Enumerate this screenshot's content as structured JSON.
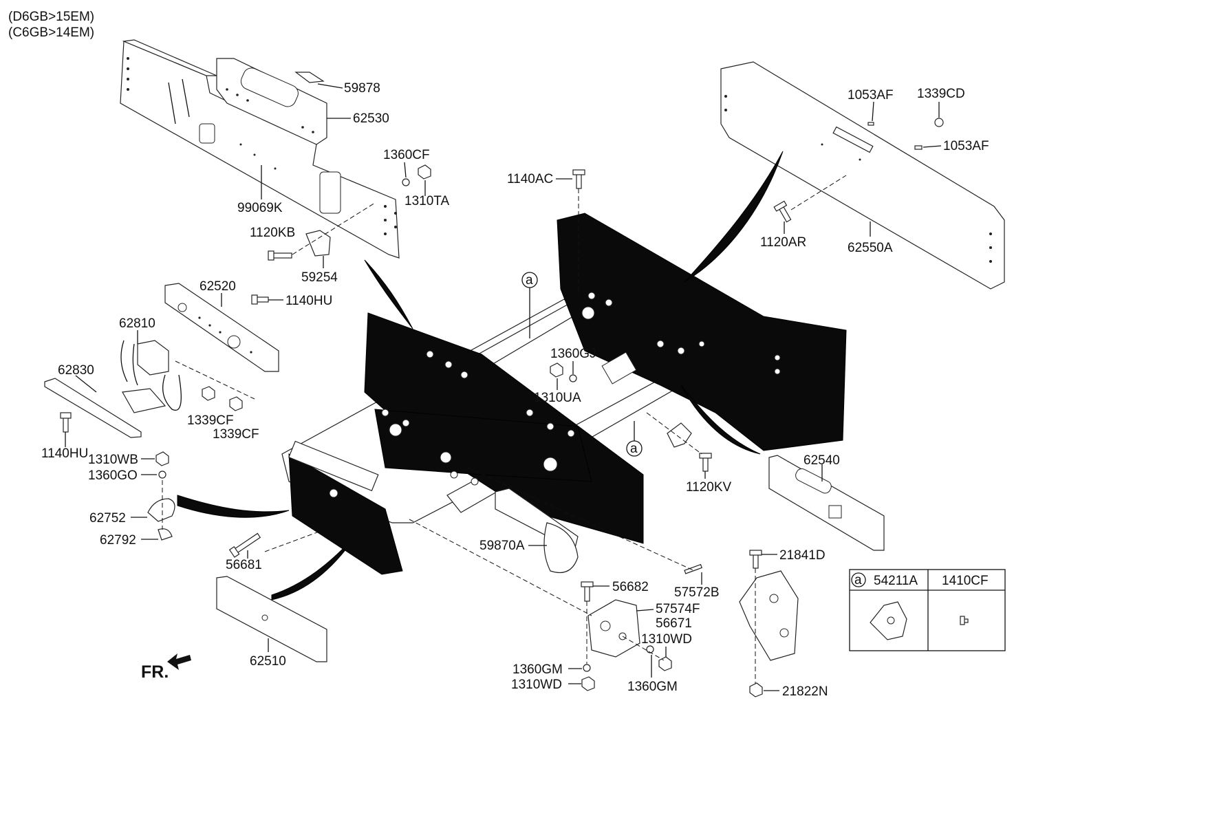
{
  "header_notes": [
    "(D6GB>15EM)",
    "(C6GB>14EM)"
  ],
  "direction_label": "FR.",
  "callouts": {
    "c59878": "59878",
    "c62530": "62530",
    "c1360CF": "1360CF",
    "c1310TA": "1310TA",
    "c99069K": "99069K",
    "c1120KB": "1120KB",
    "c59254": "59254",
    "c62520": "62520",
    "c1140HU_a": "1140HU",
    "c62810": "62810",
    "c62830": "62830",
    "c1339CF_a": "1339CF",
    "c1339CF_b": "1339CF",
    "c1140HU_b": "1140HU",
    "c1310WB": "1310WB",
    "c1360GO": "1360GO",
    "c62752": "62752",
    "c62792": "62792",
    "c56681": "56681",
    "c62510": "62510",
    "c1140AC": "1140AC",
    "c1360GJ": "1360GJ",
    "c1310UA": "1310UA",
    "c1053AF_a": "1053AF",
    "c1339CD": "1339CD",
    "c1053AF_b": "1053AF",
    "c1120AR": "1120AR",
    "c62550A": "62550A",
    "c1120KV": "1120KV",
    "c62540": "62540",
    "c59870A": "59870A",
    "c21841D": "21841D",
    "c56682": "56682",
    "c57572B": "57572B",
    "c57574F": "57574F",
    "c56671": "56671",
    "c1310WD_a": "1310WD",
    "c1360GM_a": "1360GM",
    "c1360GM_b": "1360GM",
    "c1310WD_b": "1310WD",
    "c21822N": "21822N",
    "ref_a_top": "a",
    "ref_a_bottom": "a"
  },
  "legend_table": {
    "col1_ref": "a",
    "col1_part": "54211A",
    "col2_part": "1410CF"
  }
}
